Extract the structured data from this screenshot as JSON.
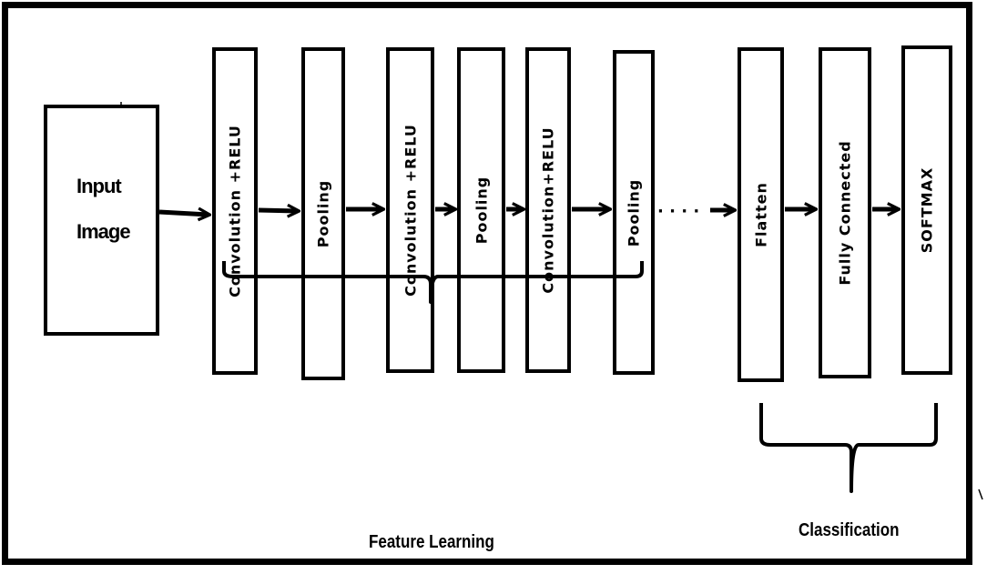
{
  "input": {
    "line1": "Input",
    "line2": "Image"
  },
  "layers": [
    {
      "label": "Convolution +RELU"
    },
    {
      "label": "Pooling"
    },
    {
      "label": "Convolution +RELU"
    },
    {
      "label": "Pooling"
    },
    {
      "label": "Convolution+RELU"
    },
    {
      "label": "Pooling"
    },
    {
      "label": "Flatten"
    },
    {
      "label": "Fully Connected"
    },
    {
      "label": "SOFTMAX"
    }
  ],
  "ellipsis": "· · · ·",
  "groups": {
    "feature_learning": "Feature Learning",
    "classification": "Classification"
  },
  "colors": {
    "stroke": "#000000",
    "background": "#ffffff"
  }
}
